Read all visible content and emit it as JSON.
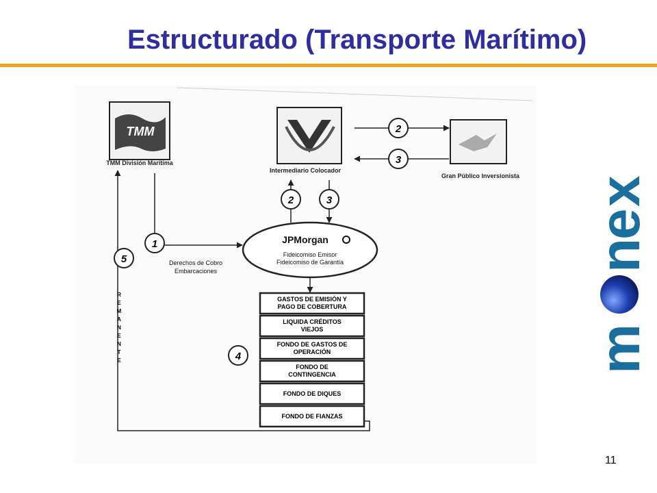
{
  "slide": {
    "title": "Estructurado (Transporte Marítimo)",
    "page_number": "11",
    "accent_color": "#f4a21c",
    "title_color": "#2e2e9e",
    "brand_color": "#1a6f9e"
  },
  "brand": {
    "letters": [
      "m",
      "n",
      "e",
      "x"
    ],
    "full": "monex"
  },
  "diagram": {
    "tmm": {
      "logo_text": "TMM",
      "caption": "TMM División Marítima"
    },
    "intermediario": {
      "caption": "Intermediario Colocador"
    },
    "publico": {
      "caption": "Gran Público Inversionista"
    },
    "jpmorgan": {
      "name": "JPMorgan",
      "line1": "Fideicomiso Emisor",
      "line2": "Fideicomiso de Garantía"
    },
    "derechos": {
      "line1": "Derechos de Cobro",
      "line2": "Embarcaciones"
    },
    "remanente": [
      "R",
      "E",
      "M",
      "A",
      "N",
      "E",
      "N",
      "T",
      "E"
    ],
    "step_numbers": {
      "s1": "1",
      "s2": "2",
      "s3": "3",
      "s4": "4",
      "s5": "5"
    },
    "boxes": [
      {
        "line1": "GASTOS DE EMISIÓN Y",
        "line2": "PAGO DE COBERTURA"
      },
      {
        "line1": "LIQUIDA CRÉDITOS",
        "line2": "VIEJOS"
      },
      {
        "line1": "FONDO DE GASTOS DE",
        "line2": "OPERACIÓN"
      },
      {
        "line1": "FONDO DE",
        "line2": "CONTINGENCIA"
      },
      {
        "line1": "FONDO DE DIQUES",
        "line2": ""
      },
      {
        "line1": "FONDO DE FIANZAS",
        "line2": ""
      }
    ]
  }
}
